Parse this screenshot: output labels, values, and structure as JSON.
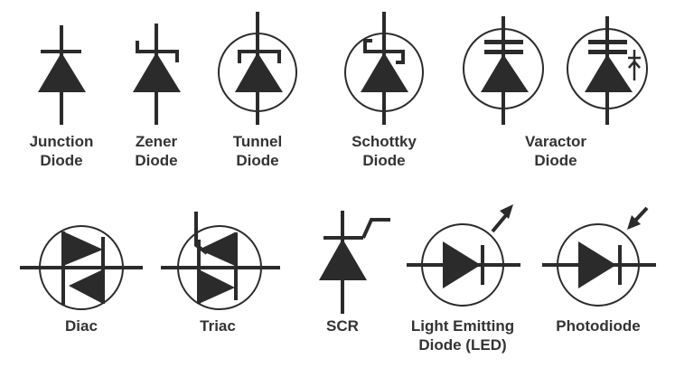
{
  "symbols": [
    {
      "name": "junction-diode",
      "label_lines": [
        "Junction",
        "Diode"
      ]
    },
    {
      "name": "zener-diode",
      "label_lines": [
        "Zener",
        "Diode"
      ]
    },
    {
      "name": "tunnel-diode",
      "label_lines": [
        "Tunnel",
        "Diode"
      ]
    },
    {
      "name": "schottky-diode",
      "label_lines": [
        "Schottky",
        "Diode"
      ]
    },
    {
      "name": "varactor-diode",
      "label_lines": [
        "Varactor",
        "Diode"
      ]
    },
    {
      "name": "diac",
      "label_lines": [
        "Diac"
      ]
    },
    {
      "name": "triac",
      "label_lines": [
        "Triac"
      ]
    },
    {
      "name": "scr",
      "label_lines": [
        "SCR"
      ]
    },
    {
      "name": "led",
      "label_lines": [
        "Light Emitting",
        "Diode (LED)"
      ]
    },
    {
      "name": "photodiode",
      "label_lines": [
        "Photodiode"
      ]
    }
  ],
  "colors": {
    "ink": "#2b2b2b",
    "text": "#333333",
    "background": "#ffffff"
  }
}
